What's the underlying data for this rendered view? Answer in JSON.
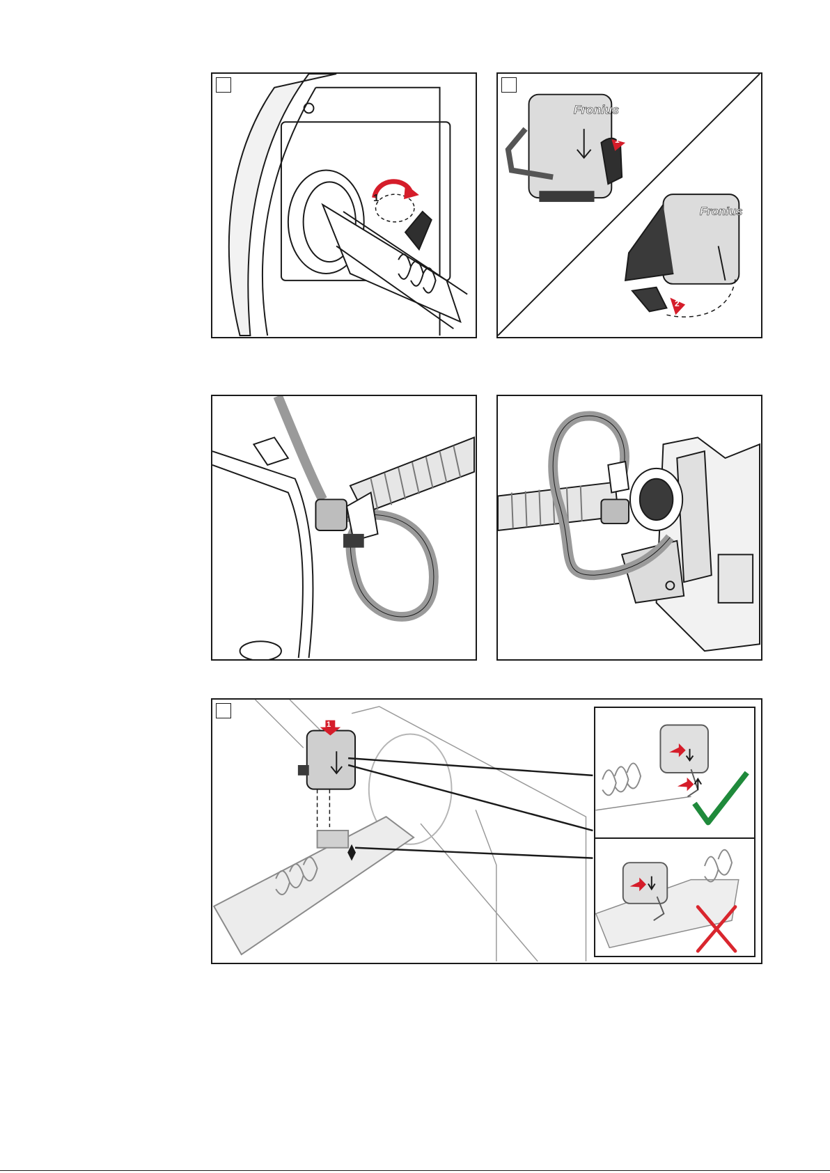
{
  "panels": {
    "panel_1": {
      "markers": [
        "1"
      ]
    },
    "panel_2": {
      "markers": [
        "1",
        "2"
      ],
      "brand_mark": "Fronius"
    },
    "panel_3": {
      "markers": []
    },
    "panel_4": {
      "markers": []
    },
    "panel_5": {
      "markers": [
        "1"
      ],
      "correct_inset": {
        "result": "correct",
        "symbol_color": "#1f8a3b"
      },
      "incorrect_inset": {
        "result": "incorrect",
        "symbol_color": "#d9262e"
      }
    }
  },
  "colors": {
    "accent_red": "#d51d2a",
    "ink": "#1a1a1a",
    "hose_grey": "#9a9a9a",
    "part_grey": "#cfcfcf"
  },
  "icons": [
    "check-icon",
    "cross-icon",
    "arrow-marker-icon"
  ]
}
